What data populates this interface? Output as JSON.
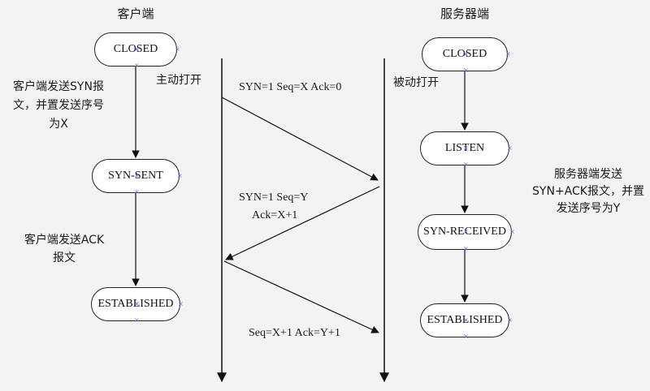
{
  "colors": {
    "line": "#111111",
    "background": "#f3f3f3",
    "marker": "#6a6ad8"
  },
  "client": {
    "title": "客户端",
    "states": [
      "CLOSED",
      "SYN-SENT",
      "ESTABLISHED"
    ],
    "notes": {
      "syn": [
        "客户端发送SYN报",
        "文，并置发送序号",
        "为X"
      ],
      "ack": [
        "客户端发送ACK",
        "报文"
      ]
    }
  },
  "server": {
    "title": "服务器端",
    "states": [
      "CLOSED",
      "LISTEN",
      "SYN-RECEIVED",
      "ESTABLISHED"
    ],
    "notes": {
      "synack": [
        "服务器端发送",
        "SYN+ACK报文，并置",
        "发送序号为Y"
      ]
    }
  },
  "timeline": {
    "active_open": "主动打开",
    "passive_open": "被动打开",
    "messages": {
      "syn": "SYN=1 Seq=X Ack=0",
      "synack_line1": "SYN=1 Seq=Y",
      "synack_line2": "Ack=X+1",
      "ack": "Seq=X+1 Ack=Y+1"
    }
  }
}
